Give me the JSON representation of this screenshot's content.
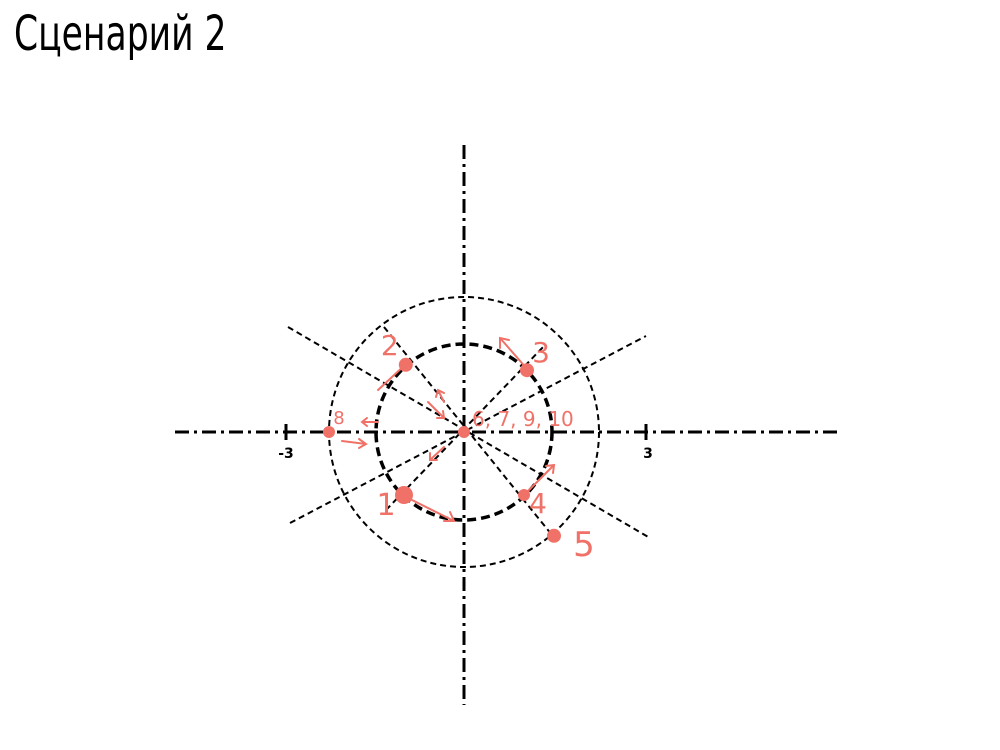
{
  "title": "Сценарий 2",
  "axis": {
    "tick_min_label": "-3",
    "tick_max_label": "3",
    "tick_min": -3,
    "tick_max": 3
  },
  "circles": {
    "inner_radius": 1.5,
    "outer_radius": 2.25
  },
  "colors": {
    "ink": "#000000",
    "marker": "#f07167"
  },
  "points": [
    {
      "label": "1",
      "x": -1.0,
      "y": -1.05
    },
    {
      "label": "2",
      "x": -0.97,
      "y": 1.12
    },
    {
      "label": "3",
      "x": 1.05,
      "y": 1.03
    },
    {
      "label": "4",
      "x": 1.0,
      "y": -1.05
    },
    {
      "label": "5",
      "x": 1.5,
      "y": -1.73
    },
    {
      "label": "6, 7, 9, 10",
      "x": 0.0,
      "y": 0.0
    },
    {
      "label": "8",
      "x": -2.25,
      "y": 0.0
    }
  ]
}
